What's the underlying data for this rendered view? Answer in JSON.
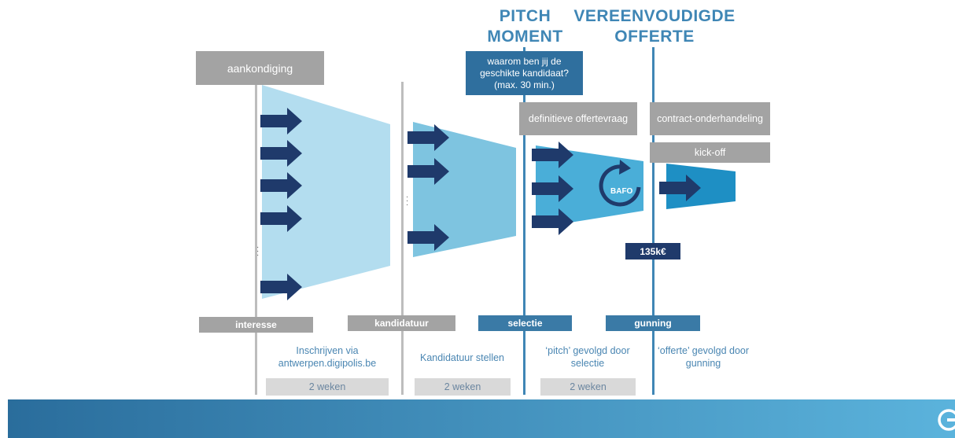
{
  "headings": {
    "pitch_line1": "PITCH",
    "pitch_line2": "MOMENT",
    "offer_line1": "VEREENVOUDIGDE",
    "offer_line2": "OFFERTE"
  },
  "boxes": {
    "announcement": "aankondiging",
    "pitch_question_line1": "waarom ben jij de",
    "pitch_question_line2": "geschikte kandidaat?",
    "pitch_question_line3": "(max. 30 min.)",
    "final_offer_request": "definitieve offertevraag",
    "contract_negotiation": "contract-onderhandeling",
    "kickoff": "kick-off",
    "amount": "135k€"
  },
  "bafo_label": "BAFO",
  "phases": [
    {
      "label": "interesse",
      "color": "#a3a3a3"
    },
    {
      "label": "kandidatuur",
      "color": "#a3a3a3"
    },
    {
      "label": "selectie",
      "color": "#3a7aa6"
    },
    {
      "label": "gunning",
      "color": "#3a7aa6"
    }
  ],
  "descriptions": [
    {
      "line1": "Inschrijven via",
      "line2": "antwerpen.digipolis.be"
    },
    {
      "line1": "Kandidatuur stellen",
      "line2": ""
    },
    {
      "line1": "‘pitch’ gevolgd door",
      "line2": "selectie"
    },
    {
      "line1": "‘offerte’ gevolgd door",
      "line2": "gunning"
    }
  ],
  "durations": [
    "2 weken",
    "2 weken",
    "2 weken"
  ],
  "colors": {
    "funnel_stage1": "#b3ddef",
    "funnel_stage2": "#7ec4e0",
    "funnel_stage3": "#4aaed8",
    "funnel_stage4": "#1e8fc4",
    "arrow": "#1f3a6b",
    "footer_start": "#2a6d9c",
    "footer_end": "#5bb3dc"
  }
}
